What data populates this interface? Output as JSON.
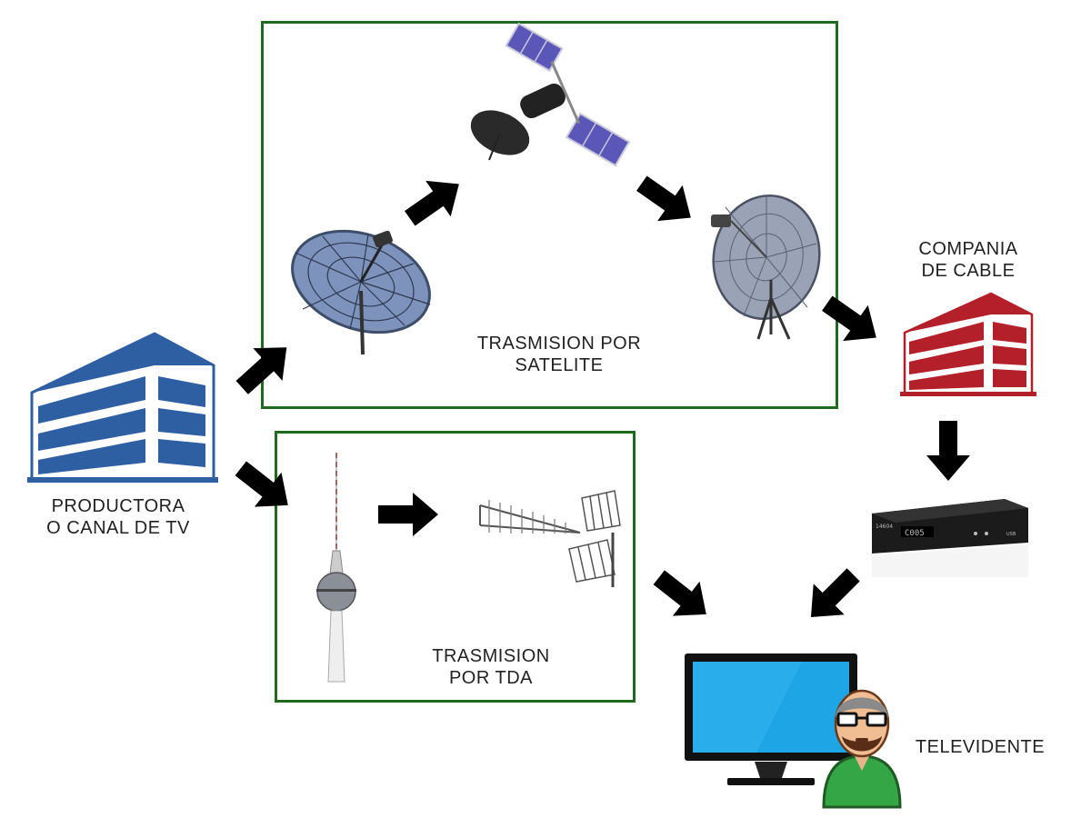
{
  "labels": {
    "satellite_group": "TRASMISION POR\nSATELITE",
    "tda_group": "TRASMISION\nPOR TDA",
    "producer": "PRODUCTORA\nO CANAL DE TV",
    "cable_company": "COMPANIA\nDE CABLE",
    "viewer": "TELEVIDENTE"
  },
  "decoder_display": {
    "model": "14604",
    "screen": "C005",
    "port": "USB"
  },
  "colors": {
    "group_border": "#1f6a1f",
    "producer_building": "#2f5fa3",
    "cable_building": "#b3202a",
    "arrow": "#000000",
    "tv_screen": "#1ea5e6",
    "viewer_shirt": "#35a645"
  }
}
